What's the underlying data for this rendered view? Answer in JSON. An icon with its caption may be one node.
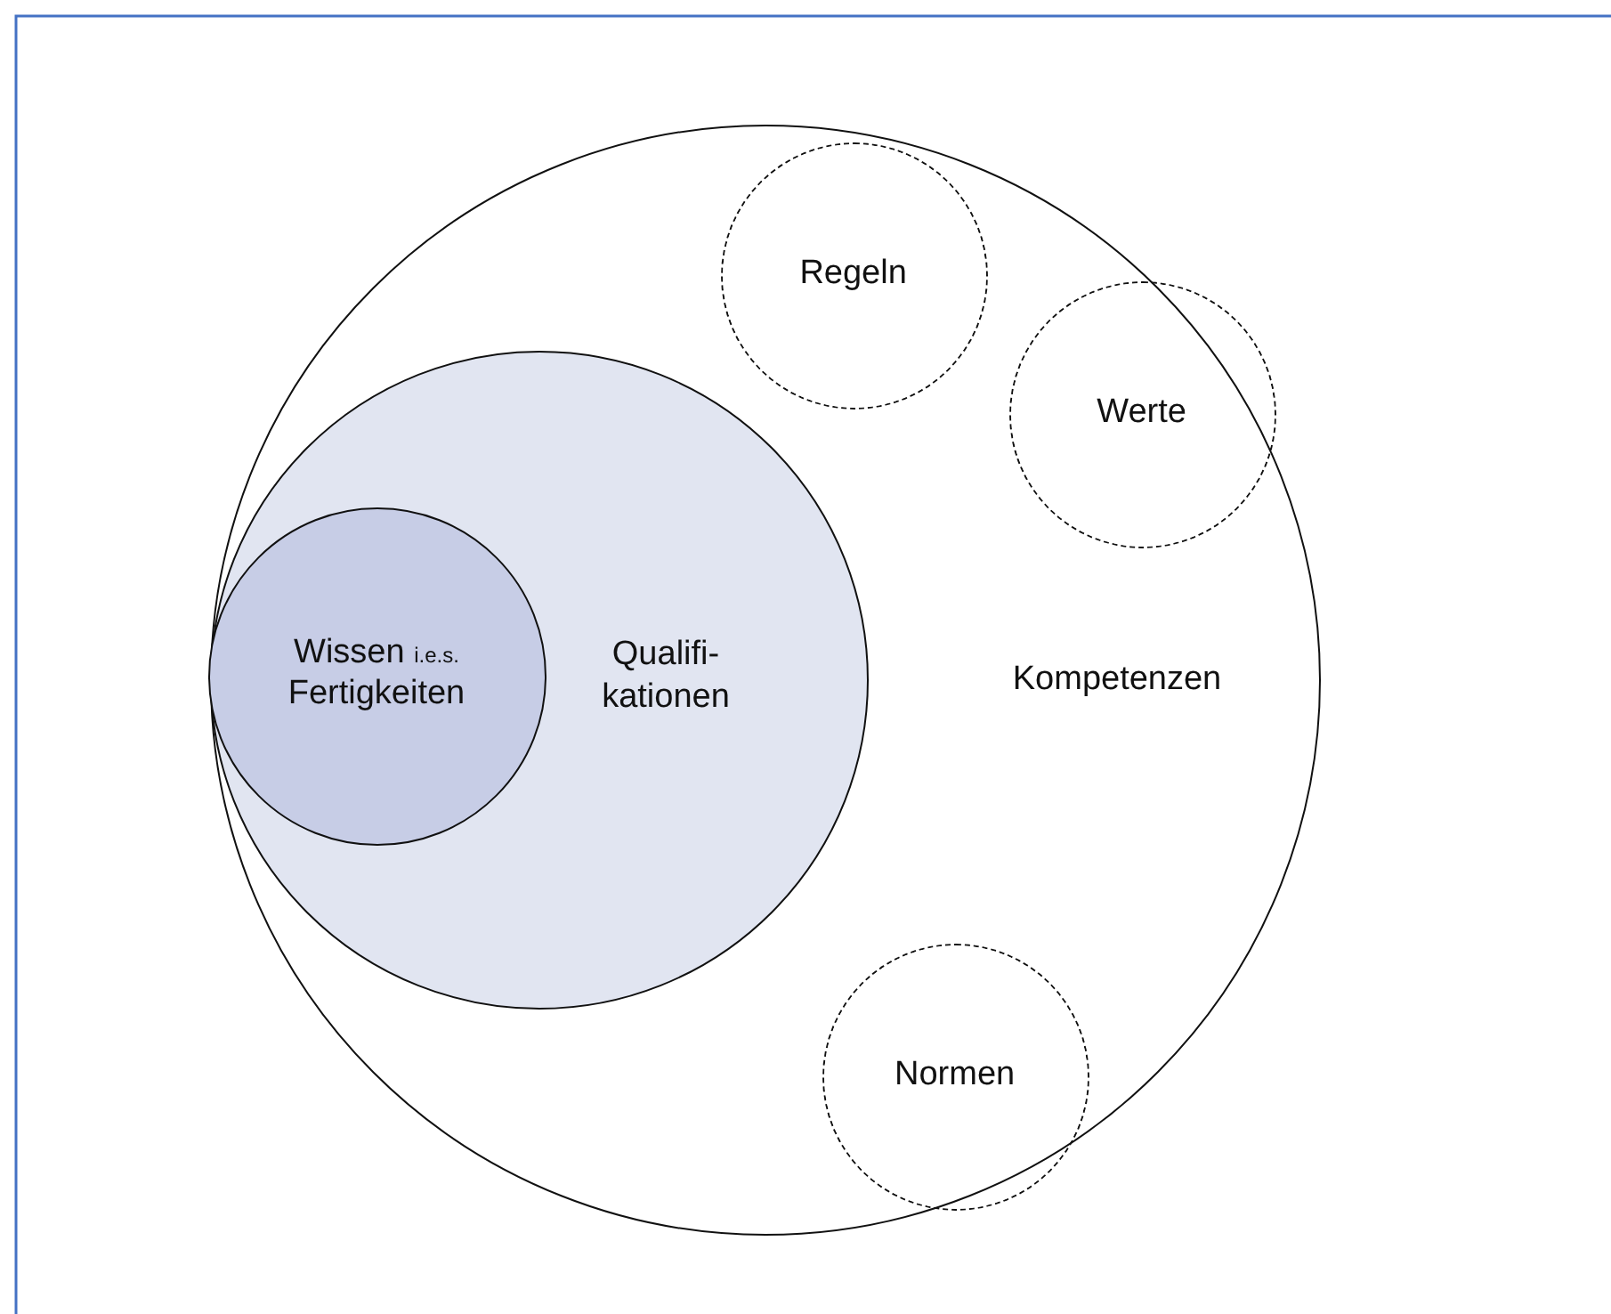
{
  "diagram": {
    "nodes": [
      {
        "text": [
          "Kompetenzen"
        ]
      },
      {
        "text": [
          "Qualifi- kationen"
        ],
        "in": 0
      },
      {
        "text": [
          "Wissen",
          "i.e.s.",
          "Fertigkeiten"
        ],
        "in": 1
      },
      {
        "text": [
          "Regeln"
        ],
        "in": 0
      },
      {
        "text": [
          "Werte"
        ],
        "in": 0
      },
      {
        "text": [
          "Normen"
        ],
        "in": 0
      }
    ]
  }
}
